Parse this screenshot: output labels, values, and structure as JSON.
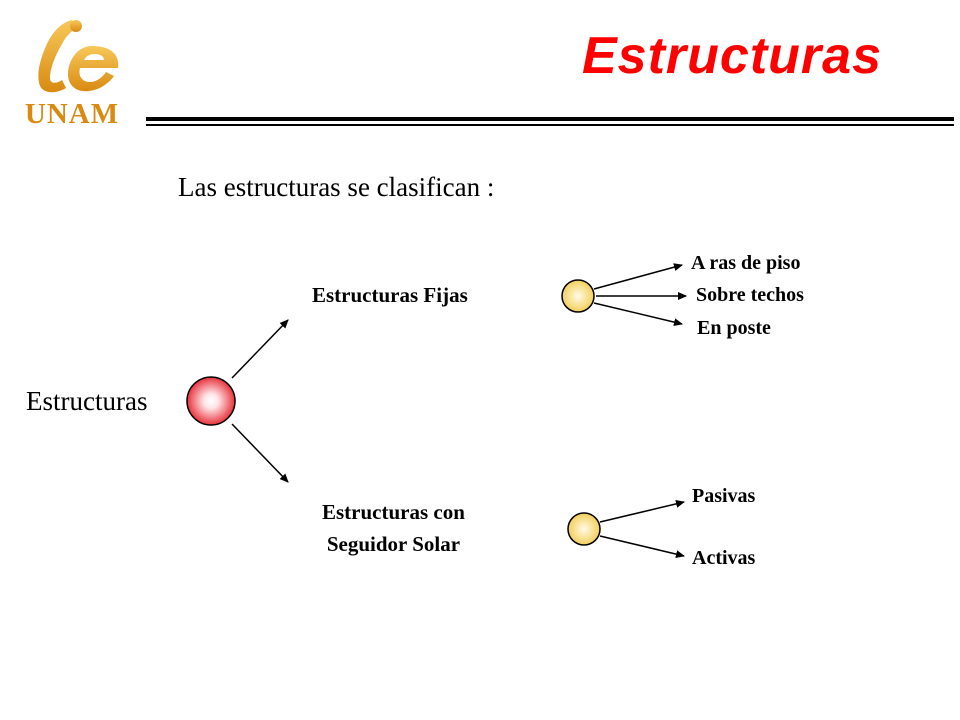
{
  "header": {
    "logo_text": "UNAM",
    "logo_mark": "ie",
    "title": "Estructuras"
  },
  "subtitle": "Las estructuras se  clasifican :",
  "tree": {
    "root": "Estructuras",
    "branch_fijas": "Estructuras  Fijas",
    "branch_seguidor_line1": "Estructuras  con",
    "branch_seguidor_line2": "Seguidor Solar",
    "fijas_leaves": [
      "A ras de piso",
      "Sobre techos",
      "En poste"
    ],
    "seguidor_leaves": [
      "Pasivas",
      "Activas"
    ]
  },
  "colors": {
    "title": "#ff0000",
    "logo": "#d98a10",
    "root_node": "#e8323c",
    "leaf_node": "#f2cf5a"
  }
}
